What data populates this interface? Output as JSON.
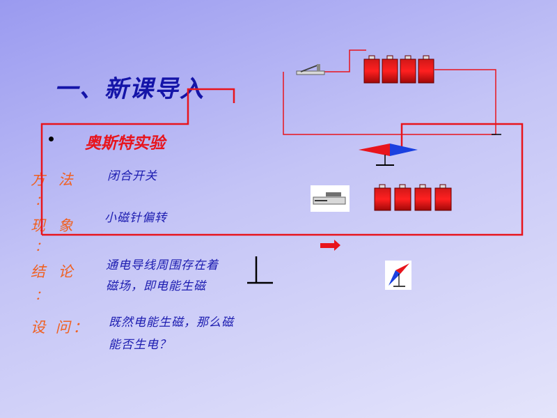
{
  "title": "一、新课导入",
  "subtitle": "奥斯特实验",
  "rows": {
    "method_label": "方 法",
    "method_colon": "：",
    "method_text": "闭合开关",
    "phenomenon_label": "现 象",
    "phenomenon_colon": "：",
    "phenomenon_text": "小磁针偏转",
    "conclusion_label": "结 论",
    "conclusion_colon": "：",
    "conclusion_line1": "通电导线周围存在着",
    "conclusion_line2": "磁场，即电能生磁",
    "question_label": "设 问：",
    "question_line1": "既然电能生磁，那么磁",
    "question_line2": "能否生电？"
  },
  "colors": {
    "title": "#1414a8",
    "subtitle": "#e8141c",
    "label": "#f06020",
    "text": "#1c1cb0",
    "wire": "#e8141c"
  },
  "icons": [
    "switch-icon",
    "battery-icon",
    "compass-needle-icon",
    "arrow-right-icon",
    "compass-icon"
  ]
}
